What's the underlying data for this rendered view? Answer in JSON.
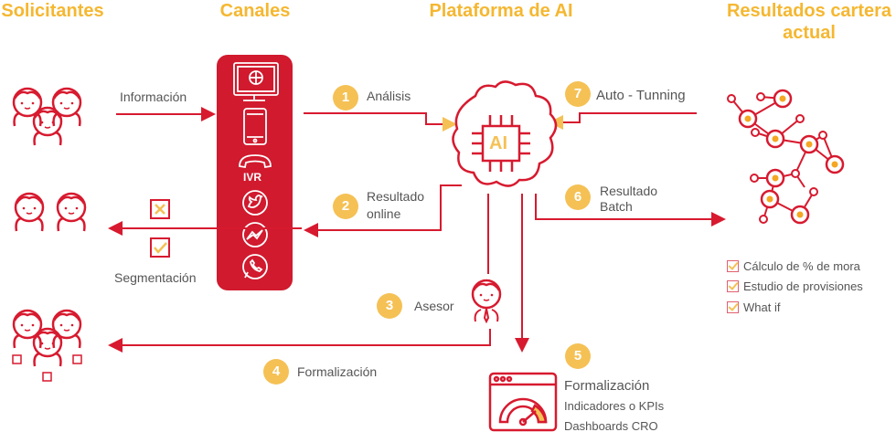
{
  "headers": {
    "solicitantes": "Solicitantes",
    "canales": "Canales",
    "plataforma": "Plataforma de AI",
    "resultados_line1": "Resultados cartera",
    "resultados_line2": "actual"
  },
  "labels": {
    "informacion": "Información",
    "segmentacion": "Segmentación",
    "ivr": "IVR",
    "ai": "AI"
  },
  "steps": [
    {
      "num": "1",
      "label": "Análisis"
    },
    {
      "num": "2",
      "label_line1": "Resultado",
      "label_line2": "online"
    },
    {
      "num": "3",
      "label": "Asesor"
    },
    {
      "num": "4",
      "label": "Formalización"
    },
    {
      "num": "5",
      "title": "Formalización",
      "line1": "Indicadores o KPIs",
      "line2": "Dashboards CRO"
    },
    {
      "num": "6",
      "label_line1": "Resultado",
      "label_line2": "Batch"
    },
    {
      "num": "7",
      "label": "Auto - Tunning"
    }
  ],
  "checklist": [
    "Cálculo de % de mora",
    "Estudio de provisiones",
    "What if"
  ],
  "colors": {
    "red": "#d71a2f",
    "yellow": "#f5c155",
    "header": "#f5b731",
    "text": "#555555"
  }
}
